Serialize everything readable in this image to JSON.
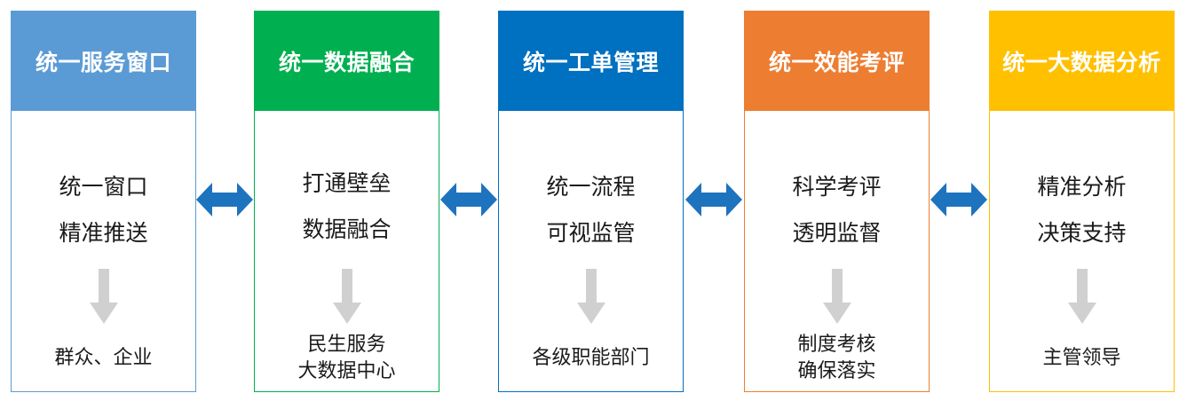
{
  "colors": {
    "blue_light": "#5b9bd5",
    "green": "#00b050",
    "blue_dark": "#0070c0",
    "orange": "#ed7d31",
    "yellow": "#ffc000",
    "connector": "#1e73be",
    "down_arrow": "#d0d0d0"
  },
  "icons": {
    "connector": "double-headed-arrow-icon",
    "flow": "down-arrow-icon"
  },
  "cards": [
    {
      "title": "统一服务窗口",
      "lines": [
        "统一窗口",
        "精准推送"
      ],
      "bottom": [
        "群众、企业"
      ]
    },
    {
      "title": "统一数据融合",
      "lines": [
        "打通壁垒",
        "数据融合"
      ],
      "bottom": [
        "民生服务",
        "大数据中心"
      ]
    },
    {
      "title": "统一工单管理",
      "lines": [
        "统一流程",
        "可视监管"
      ],
      "bottom": [
        "各级职能部门"
      ]
    },
    {
      "title": "统一效能考评",
      "lines": [
        "科学考评",
        "透明监督"
      ],
      "bottom": [
        "制度考核",
        "确保落实"
      ]
    },
    {
      "title": "统一大数据分析",
      "lines": [
        "精准分析",
        "决策支持"
      ],
      "bottom": [
        "主管领导"
      ]
    }
  ]
}
